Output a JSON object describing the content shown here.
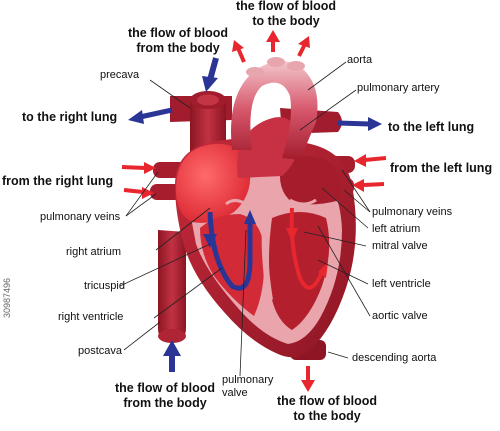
{
  "labels": {
    "flow_top_left": "the flow of blood\nfrom the body",
    "flow_top_right": "the flow of blood\nto the body",
    "flow_bottom_left": "the flow of blood\nfrom the body",
    "flow_bottom_right": "the flow of blood\nto the body",
    "to_right_lung": "to the right lung",
    "to_left_lung": "to the left lung",
    "from_right_lung": "from the right lung",
    "from_left_lung": "from the left lung",
    "precava": "precava",
    "aorta": "aorta",
    "pulmonary_artery": "pulmonary artery",
    "pulmonary_veins_left": "pulmonary veins",
    "pulmonary_veins_right": "pulmonary veins",
    "right_atrium": "right atrium",
    "left_atrium": "left atrium",
    "mitral_valve": "mitral valve",
    "tricuspid": "tricuspid",
    "left_ventricle": "left ventricle",
    "right_ventricle": "right ventricle",
    "aortic_valve": "aortic valve",
    "postcava": "postcava",
    "descending_aorta": "descending aorta",
    "pulmonary_valve": "pulmonary\nvalve"
  },
  "stock_id": "30987496",
  "colors": {
    "dark_red": "#9b1b2a",
    "mid_red": "#c8283a",
    "bright_red": "#e8343c",
    "pink": "#e9a4ac",
    "arrow_red": "#e8262e",
    "arrow_blue": "#2b3595"
  }
}
